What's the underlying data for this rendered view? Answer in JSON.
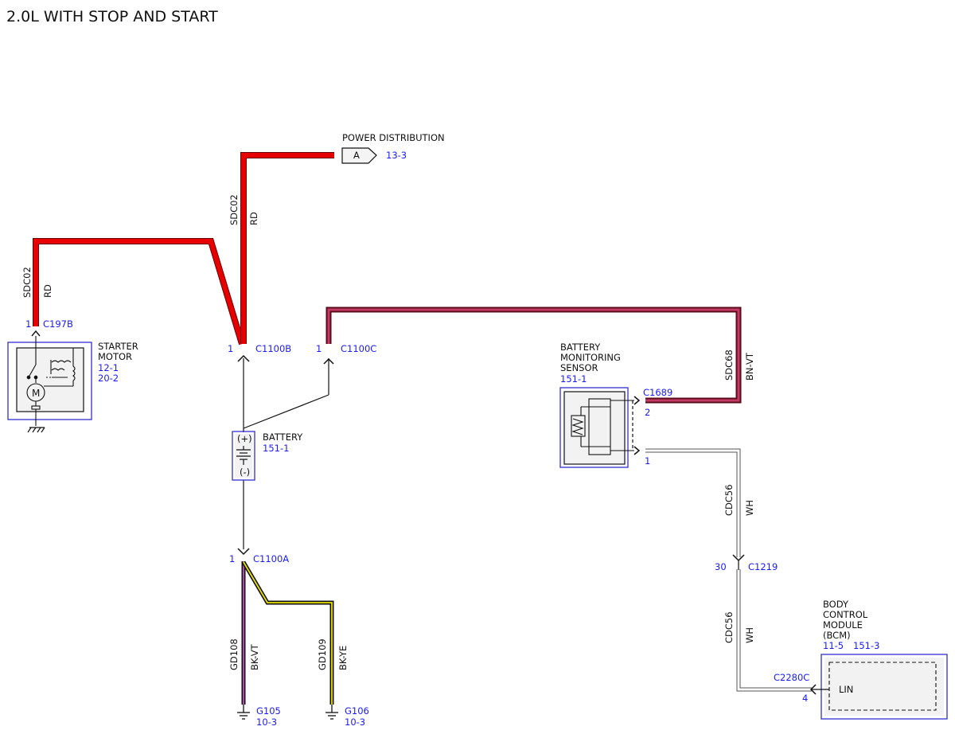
{
  "title": "2.0L WITH STOP AND START",
  "power_distribution": {
    "label": "POWER DISTRIBUTION",
    "connector": "A",
    "ref": "13-3"
  },
  "starter_motor": {
    "label_line1": "STARTER",
    "label_line2": "MOTOR",
    "ref1": "12-1",
    "ref2": "20-2",
    "pin": "1",
    "connector": "C197B"
  },
  "battery": {
    "label": "BATTERY",
    "ref": "151-1",
    "plus": "(+)",
    "minus": "(-)"
  },
  "c1100b": {
    "pin": "1",
    "connector": "C1100B"
  },
  "c1100c": {
    "pin": "1",
    "connector": "C1100C"
  },
  "c1100a": {
    "pin": "1",
    "connector": "C1100A"
  },
  "bms": {
    "label_line1": "BATTERY",
    "label_line2": "MONITORING",
    "label_line3": "SENSOR",
    "ref": "151-1",
    "connector": "C1689",
    "pin_top": "2",
    "pin_bottom": "1"
  },
  "c1219": {
    "pin": "30",
    "connector": "C1219"
  },
  "bcm": {
    "label_line1": "BODY",
    "label_line2": "CONTROL",
    "label_line3": "MODULE",
    "label_line4": "(BCM)",
    "ref1": "11-5",
    "ref2": "151-3",
    "connector": "C2280C",
    "pin": "4",
    "signal": "LIN"
  },
  "wires": {
    "sdc02_left": {
      "circuit": "SDC02",
      "color": "RD"
    },
    "sdc02_right": {
      "circuit": "SDC02",
      "color": "RD"
    },
    "sdc68": {
      "circuit": "SDC68",
      "color": "BN-VT"
    },
    "cdc56_upper": {
      "circuit": "CDC56",
      "color": "WH"
    },
    "cdc56_lower": {
      "circuit": "CDC56",
      "color": "WH"
    },
    "gd108": {
      "circuit": "GD108",
      "color": "BK-VT"
    },
    "gd109": {
      "circuit": "GD109",
      "color": "BK-YE"
    }
  },
  "grounds": {
    "g105": {
      "name": "G105",
      "ref": "10-3"
    },
    "g106": {
      "name": "G106",
      "ref": "10-3"
    }
  }
}
